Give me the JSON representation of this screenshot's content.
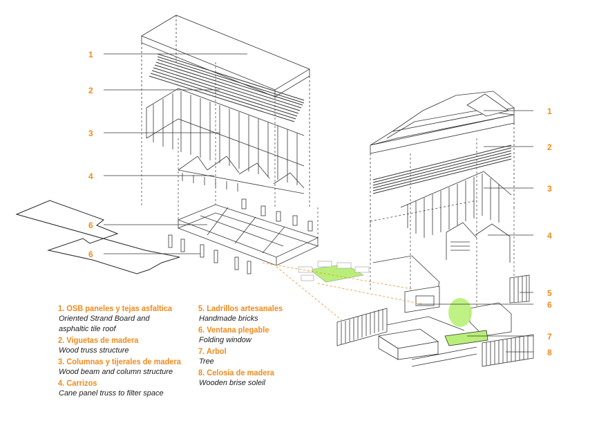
{
  "colors": {
    "accent": "#f08a1c",
    "line": "#333333",
    "tree_green": "#b9ef78"
  },
  "left_model": {
    "callouts": [
      "1",
      "2",
      "3",
      "4",
      "6",
      "6"
    ]
  },
  "right_model": {
    "callouts": [
      "1",
      "2",
      "3",
      "4",
      "5",
      "6",
      "7",
      "8"
    ]
  },
  "legend": [
    {
      "title": "1. OSB paneles y tejas asfaltica",
      "subtitle_lines": [
        "Oriented Strand Board and",
        "asphaltic tile roof"
      ]
    },
    {
      "title": "2. Viguetas de madera",
      "subtitle_lines": [
        "Wood truss structure"
      ]
    },
    {
      "title": "3. Columnas y tijerales de madera",
      "subtitle_lines": [
        "Wood beam and column structure"
      ]
    },
    {
      "title": "4. Carrizos",
      "subtitle_lines": [
        "Cane panel truss to filter space"
      ]
    },
    {
      "title": "5. Ladrillos artesanales",
      "subtitle_lines": [
        "Handmade bricks"
      ]
    },
    {
      "title": "6. Ventana plegable",
      "subtitle_lines": [
        "Folding window"
      ]
    },
    {
      "title": "7. Arbol",
      "subtitle_lines": [
        "Tree"
      ]
    },
    {
      "title": "8. Celosia de madera",
      "subtitle_lines": [
        "Wooden brise soleil"
      ]
    }
  ]
}
